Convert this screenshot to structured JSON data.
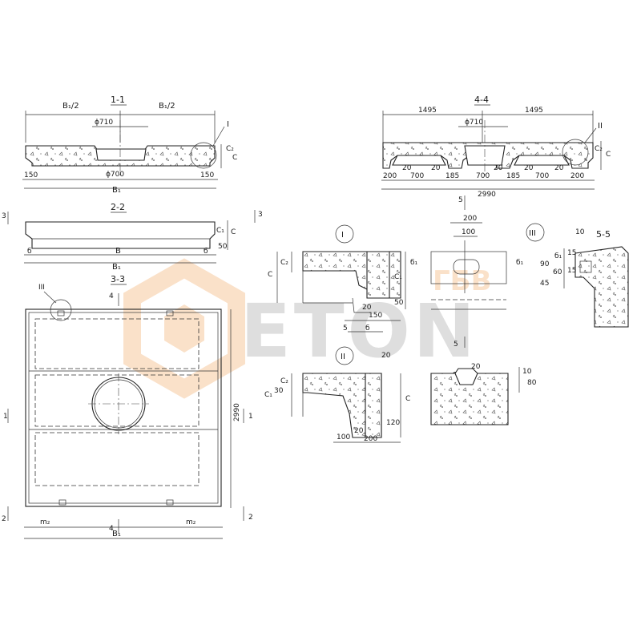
{
  "watermark": {
    "brand": "ETON",
    "prefix": "ГБВ",
    "color": "#f2a35a",
    "gray": "#9a9a9a"
  },
  "section_1_1": {
    "title": "1-1",
    "half_left": "B₁/2",
    "half_right": "B₁/2",
    "dia_top": "ϕ710",
    "dia_bottom": "ϕ700",
    "edge_left": "150",
    "edge_right": "150",
    "total": "B₁",
    "node": "I",
    "c2": "C₂",
    "c": "C"
  },
  "section_4_4": {
    "title": "4-4",
    "left": "1495",
    "right": "1495",
    "dia": "ϕ710",
    "segments": [
      "200",
      "20",
      "700",
      "20",
      "185",
      "700",
      "20",
      "185",
      "20",
      "700",
      "20",
      "200"
    ],
    "total": "2990",
    "node": "II",
    "c2": "C₂",
    "c": "C"
  },
  "section_2_2": {
    "title": "2-2",
    "c1": "C₁",
    "c": "C",
    "d50": "50",
    "b_left": "б",
    "b_mid": "B",
    "b_right": "б",
    "total": "B₁",
    "cut": "3"
  },
  "plan_3_3": {
    "title": "3-3",
    "node": "III",
    "mark_top": "4",
    "mark_bottom": "4",
    "side_left": "1",
    "side_right": "1",
    "bottom_left": "2",
    "bottom_right": "2",
    "height": "2990",
    "m2_left": "m₂",
    "m2_right": "m₂",
    "total": "B₁"
  },
  "detail_I": {
    "roman": "I",
    "c2": "C₂",
    "c": "C",
    "c1": "C₁",
    "d50": "50",
    "d20": "20",
    "d150": "150",
    "d5": "5",
    "b": "б"
  },
  "detail_II": {
    "roman": "II",
    "d20": "20",
    "c1": "C₁",
    "d30": "30",
    "c2": "C₂",
    "c": "C",
    "d120": "120",
    "d100": "100",
    "d20b": "20",
    "d200": "200"
  },
  "detail_5_top": {
    "d200": "200",
    "d100": "100",
    "cut_top": "5",
    "cut_bottom": "5",
    "b1": "б₁",
    "b2": "б₁"
  },
  "detail_III": {
    "roman": "III"
  },
  "section_5_5": {
    "title": "5-5",
    "d10": "10",
    "b1": "б₁",
    "d15": "15",
    "d90": "90",
    "d60": "60",
    "d45": "45",
    "d15b": "15"
  },
  "section_6_6": {
    "title": "6-6",
    "d20": "20",
    "d10": "10",
    "d80": "80"
  }
}
